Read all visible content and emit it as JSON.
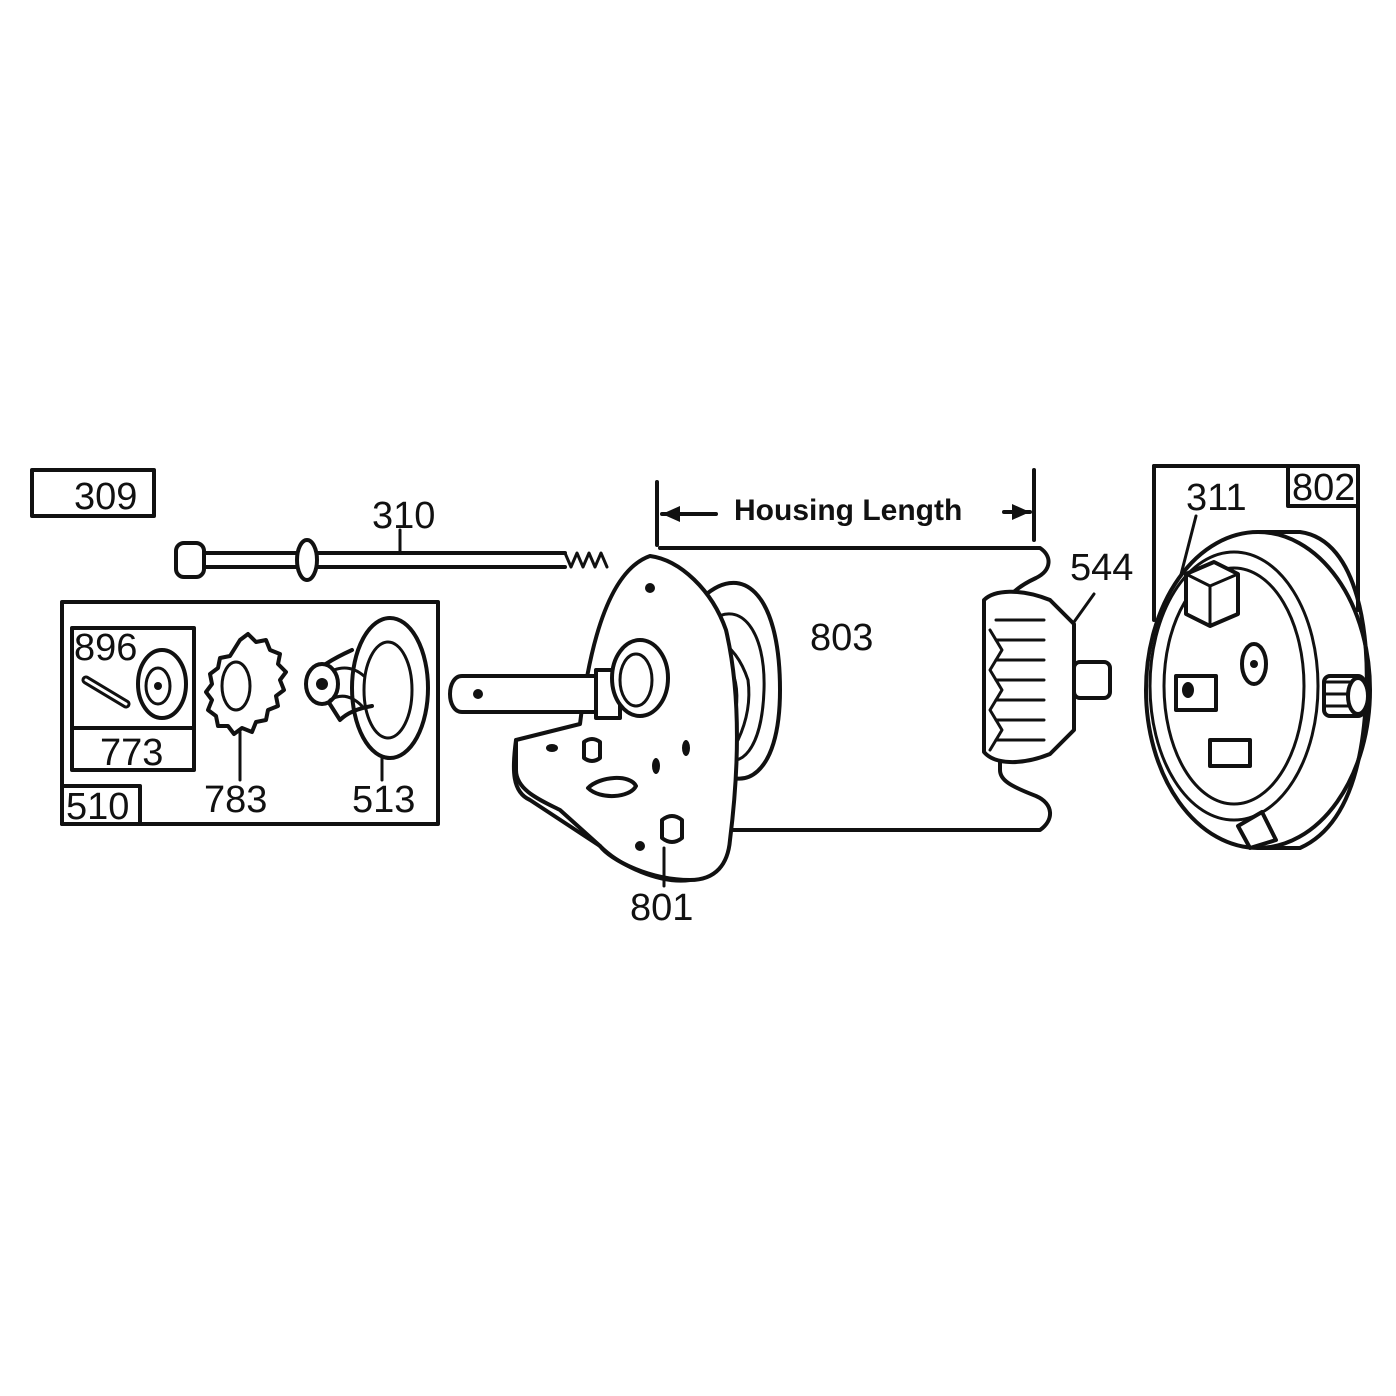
{
  "labels": {
    "p309": "309",
    "p310": "310",
    "p311": "311",
    "p510": "510",
    "p513": "513",
    "p544": "544",
    "p773": "773",
    "p783": "783",
    "p801": "801",
    "p802": "802",
    "p803": "803",
    "p896": "896"
  },
  "dimension": {
    "housing_length": "Housing Length"
  },
  "colors": {
    "ink": "#111111",
    "paper": "#ffffff"
  }
}
